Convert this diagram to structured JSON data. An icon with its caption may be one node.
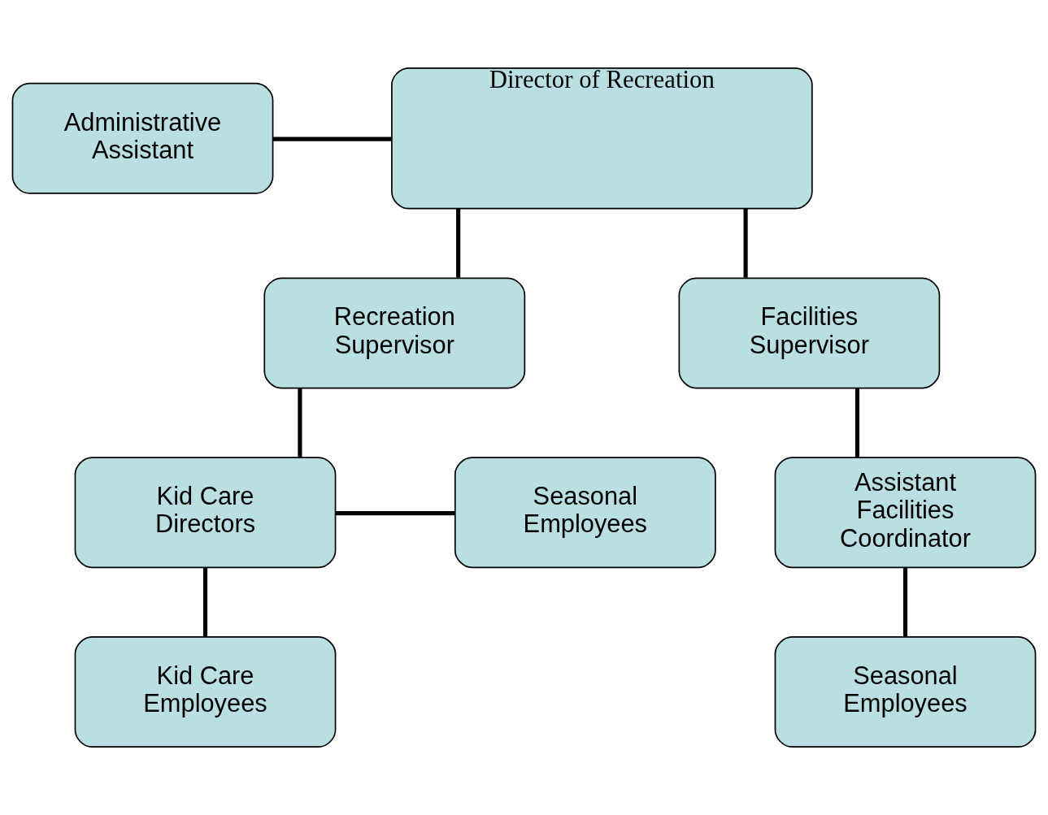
{
  "diagram": {
    "nodes": [
      {
        "text": [
          "Director of Recreation"
        ]
      },
      {
        "text": [
          "Administrative Assistant"
        ]
      },
      {
        "text": [
          "Recreation Supervisor"
        ]
      },
      {
        "text": [
          "Facilities Supervisor"
        ]
      },
      {
        "text": [
          "Kid Care Directors"
        ]
      },
      {
        "text": [
          "Seasonal Employees"
        ]
      },
      {
        "text": [
          "Kid Care Employees"
        ]
      },
      {
        "text": [
          "Assistant Facilities Coordinator"
        ]
      },
      {
        "text": [
          "Seasonal Employees"
        ]
      }
    ],
    "edges": [
      {
        "from": 1,
        "to": 0,
        "arrow": "none"
      },
      {
        "from": 0,
        "to": 2,
        "arrow": "none"
      },
      {
        "from": 0,
        "to": 3,
        "arrow": "none"
      },
      {
        "from": 2,
        "to": 4,
        "arrow": "none"
      },
      {
        "from": 4,
        "to": 5,
        "arrow": "none"
      },
      {
        "from": 4,
        "to": 6,
        "arrow": "none"
      },
      {
        "from": 3,
        "to": 7,
        "arrow": "none"
      },
      {
        "from": 7,
        "to": 8,
        "arrow": "none"
      }
    ]
  }
}
